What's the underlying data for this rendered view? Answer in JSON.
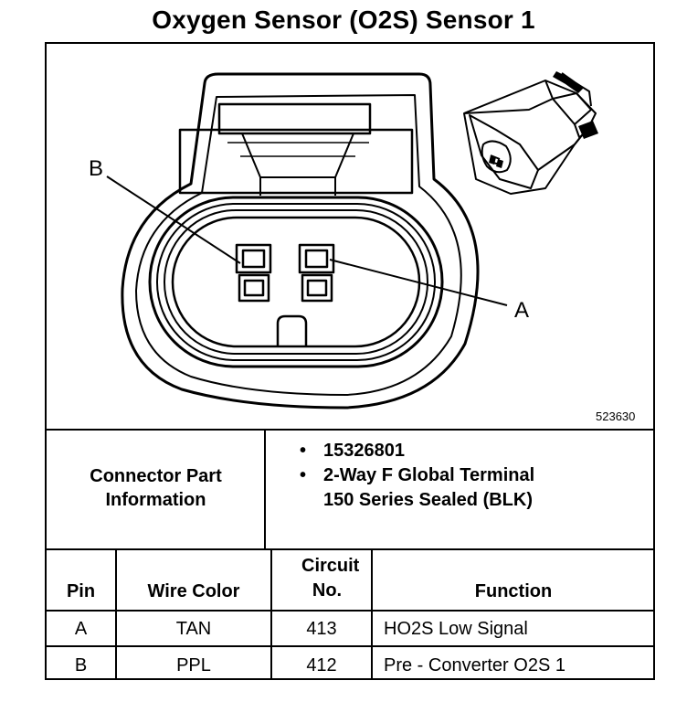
{
  "title": "Oxygen Sensor (O2S) Sensor 1",
  "diagram": {
    "label_b": "B",
    "label_a": "A",
    "ref_number": "523630"
  },
  "connector_info": {
    "label": "Connector Part Information",
    "items": [
      "15326801",
      "2-Way F Global Terminal 150 Series Sealed (BLK)"
    ]
  },
  "table": {
    "headers": {
      "pin": "Pin",
      "wire_color": "Wire Color",
      "circuit": "Circuit No.",
      "function": "Function"
    },
    "rows": [
      {
        "pin": "A",
        "wire_color": "TAN",
        "circuit": "413",
        "function": "HO2S Low Signal"
      },
      {
        "pin": "B",
        "wire_color": "PPL",
        "circuit": "412",
        "function": "Pre - Converter O2S 1"
      }
    ]
  }
}
